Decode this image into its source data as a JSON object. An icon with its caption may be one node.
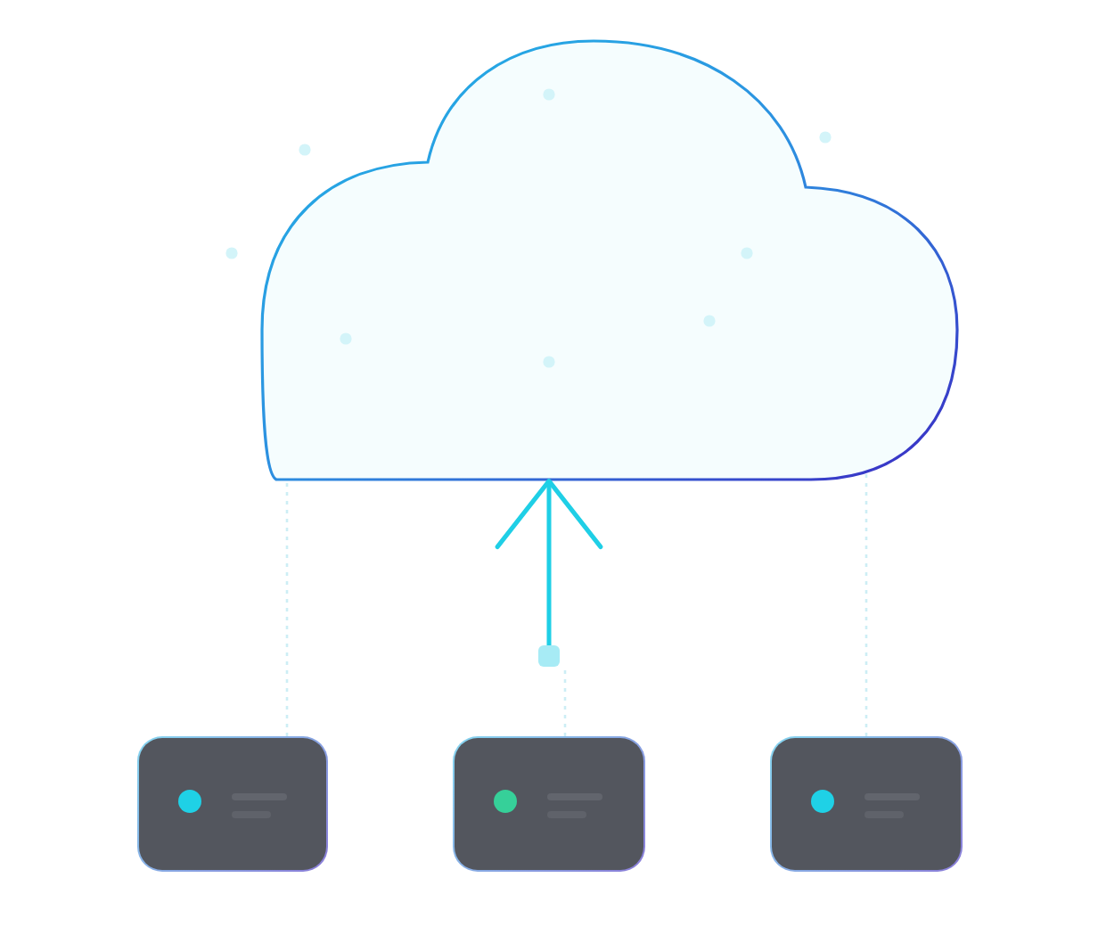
{
  "diagram": {
    "nodes": [
      {
        "text": [],
        "shape": "cloud"
      },
      {
        "text": [],
        "shape": "box"
      },
      {
        "text": [],
        "shape": "box"
      },
      {
        "text": [],
        "shape": "box"
      },
      {
        "text": [],
        "shape": "box"
      }
    ],
    "edges": [
      {
        "from": 2,
        "to": 0,
        "arrow": "none",
        "style": "dashed"
      },
      {
        "from": 3,
        "to": 1,
        "arrow": "none",
        "style": "dashed"
      },
      {
        "from": 1,
        "to": 0,
        "arrow": "to",
        "color": "#1fcfe6"
      },
      {
        "from": 4,
        "to": 0,
        "arrow": "none",
        "style": "dashed"
      }
    ]
  }
}
